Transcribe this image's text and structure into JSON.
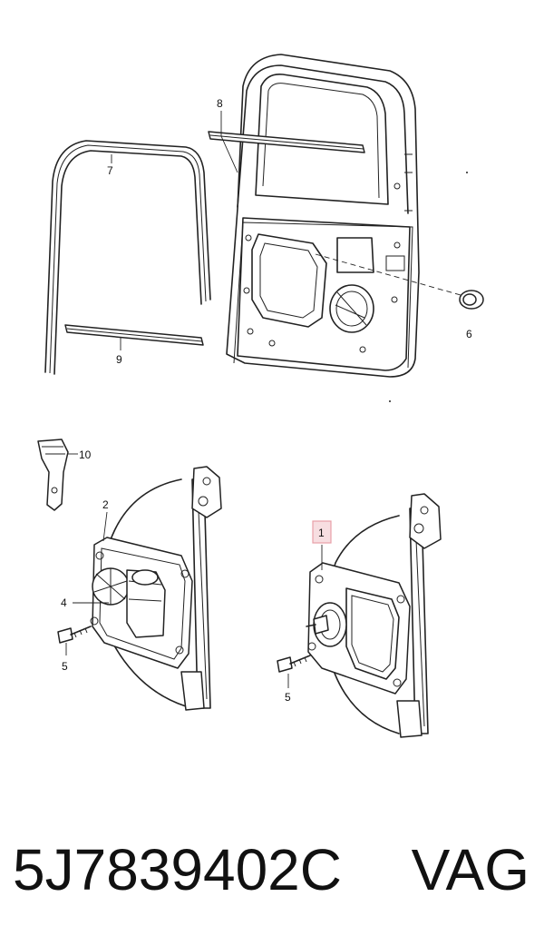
{
  "callouts": {
    "c1": "1",
    "c2": "2",
    "c4": "4",
    "c5a": "5",
    "c5b": "5",
    "c6": "6",
    "c7": "7",
    "c8": "8",
    "c9": "9",
    "c10": "10"
  },
  "highlight_color": "#e8a0a8",
  "footer": {
    "part_number": "5J7839402C",
    "brand": "VAG"
  }
}
